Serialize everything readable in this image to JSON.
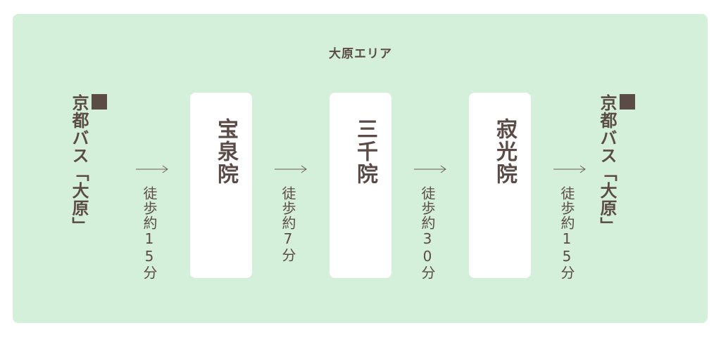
{
  "title": "大原エリア",
  "start": "京都バス「大原」",
  "end": "京都バス「大原」",
  "stops": [
    "宝泉院",
    "三千院",
    "寂光院"
  ],
  "walks": [
    "徒歩約15分",
    "徒歩約7分",
    "徒歩約30分",
    "徒歩約15分"
  ],
  "colors": {
    "background": "#d4f0da",
    "text": "#5b4b47",
    "box": "#ffffff"
  }
}
